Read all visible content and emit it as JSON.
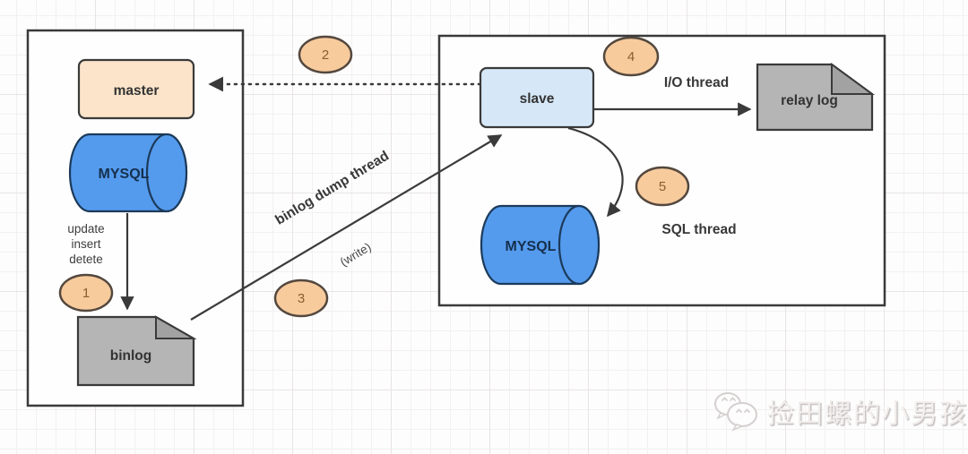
{
  "nodes": {
    "master": "master",
    "mysql_master": "MYSQL",
    "binlog": "binlog",
    "slave": "slave",
    "mysql_slave": "MYSQL",
    "relay_log": "relay log"
  },
  "steps": [
    "1",
    "2",
    "3",
    "4",
    "5"
  ],
  "labels": {
    "operations": [
      "update",
      "insert",
      "detete"
    ],
    "dump_thread": "binlog dump thread",
    "write": "(write)",
    "io_thread": "I/O thread",
    "sql_thread": "SQL thread"
  },
  "watermark": "捡田螺的小男孩",
  "colors": {
    "node_orange_fill": "#fbe4ca",
    "node_blue_fill": "#d6e8f8",
    "cylinder_blue_fill": "#549bee",
    "document_gray_fill": "#b5b5b5",
    "badge_orange_fill": "#f8cb9d",
    "stroke_dark": "#3a3a3a"
  }
}
